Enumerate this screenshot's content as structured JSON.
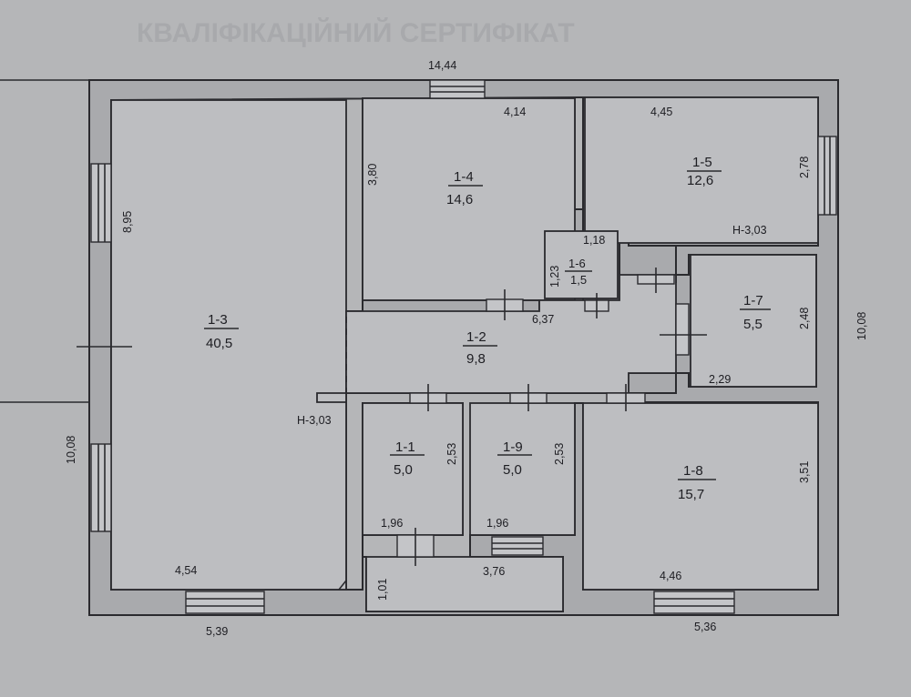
{
  "header": {
    "bleed_text": "КВАЛІФІКАЦІЙНИЙ СЕРТИФІКАТ"
  },
  "rooms": [
    {
      "id": "1-1",
      "area": "5,0"
    },
    {
      "id": "1-2",
      "area": "9,8"
    },
    {
      "id": "1-3",
      "area": "40,5"
    },
    {
      "id": "1-4",
      "area": "14,6"
    },
    {
      "id": "1-5",
      "area": "12,6"
    },
    {
      "id": "1-6",
      "area": "1,5"
    },
    {
      "id": "1-7",
      "area": "5,5"
    },
    {
      "id": "1-8",
      "area": "15,7"
    },
    {
      "id": "1-9",
      "area": "5,0"
    }
  ],
  "dimensions": {
    "overall_top": "14,44",
    "overall_right": "10,08",
    "overall_left": "10,08",
    "bottom_left": "5,39",
    "bottom_right": "5,36",
    "r13_height": "8,95",
    "r13_width": "4,54",
    "r14_width": "4,14",
    "r14_height": "3,80",
    "r15_width": "4,45",
    "r15_height": "2,78",
    "r16_width": "1,18",
    "r16_height": "1,23",
    "r12_width": "6,37",
    "r17_width": "2,29",
    "r17_height": "2,48",
    "r11_width": "1,96",
    "r11_height": "2,53",
    "r19_width": "1,96",
    "r19_height": "2,53",
    "r18_width": "4,46",
    "r18_height": "3,51",
    "porch_width": "3,76",
    "porch_height": "1,01"
  },
  "heights": {
    "right": "Н-3,03",
    "left": "Н-3,03"
  }
}
